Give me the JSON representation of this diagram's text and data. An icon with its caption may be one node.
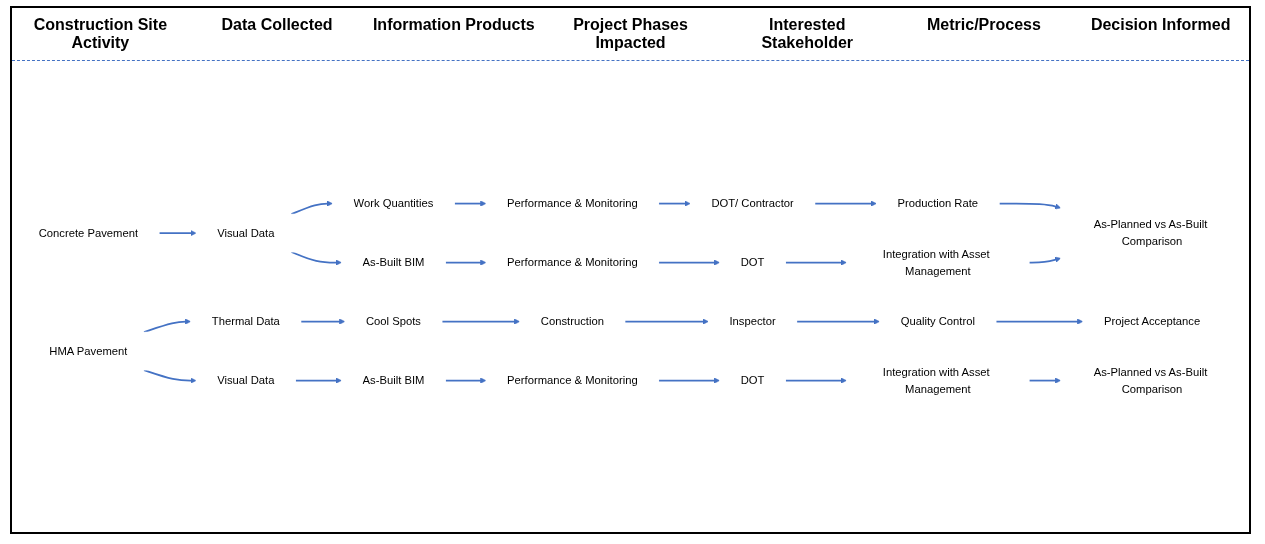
{
  "diagram": {
    "nodes": [
      {
        "text": [
          "Concrete Pavement"
        ]
      },
      {
        "text": [
          "Visual Data"
        ]
      },
      {
        "text": [
          "Work Quantities"
        ]
      },
      {
        "text": [
          "Performance & Monitoring"
        ]
      },
      {
        "text": [
          "DOT/ Contractor"
        ]
      },
      {
        "text": [
          "Production Rate"
        ]
      },
      {
        "text": [
          "As-Planned vs As-Built Comparison"
        ]
      },
      {
        "text": [
          "As-Built BIM"
        ]
      },
      {
        "text": [
          "Performance & Monitoring"
        ]
      },
      {
        "text": [
          "DOT"
        ]
      },
      {
        "text": [
          "Integration with Asset Management"
        ]
      },
      {
        "text": [
          "HMA Pavement"
        ]
      },
      {
        "text": [
          "Thermal Data"
        ]
      },
      {
        "text": [
          "Cool Spots"
        ]
      },
      {
        "text": [
          "Construction"
        ]
      },
      {
        "text": [
          "Inspector"
        ]
      },
      {
        "text": [
          "Quality Control"
        ]
      },
      {
        "text": [
          "Project Acceptance"
        ]
      },
      {
        "text": [
          "Visual Data"
        ]
      },
      {
        "text": [
          "As-Built BIM"
        ]
      },
      {
        "text": [
          "Performance & Monitoring"
        ]
      },
      {
        "text": [
          "DOT"
        ]
      },
      {
        "text": [
          "Integration with Asset Management"
        ]
      },
      {
        "text": [
          "As-Planned vs As-Built Comparison"
        ]
      }
    ],
    "edges": [
      {
        "from": 0,
        "to": 1,
        "arrow": "to"
      },
      {
        "from": 1,
        "to": 2,
        "arrow": "to"
      },
      {
        "from": 1,
        "to": 7,
        "arrow": "to"
      },
      {
        "from": 2,
        "to": 3,
        "arrow": "to"
      },
      {
        "from": 3,
        "to": 4,
        "arrow": "to"
      },
      {
        "from": 4,
        "to": 5,
        "arrow": "to"
      },
      {
        "from": 5,
        "to": 6,
        "arrow": "to"
      },
      {
        "from": 7,
        "to": 8,
        "arrow": "to"
      },
      {
        "from": 8,
        "to": 9,
        "arrow": "to"
      },
      {
        "from": 9,
        "to": 10,
        "arrow": "to"
      },
      {
        "from": 10,
        "to": 6,
        "arrow": "to"
      },
      {
        "from": 11,
        "to": 12,
        "arrow": "to"
      },
      {
        "from": 11,
        "to": 18,
        "arrow": "to"
      },
      {
        "from": 12,
        "to": 13,
        "arrow": "to"
      },
      {
        "from": 13,
        "to": 14,
        "arrow": "to"
      },
      {
        "from": 14,
        "to": 15,
        "arrow": "to"
      },
      {
        "from": 15,
        "to": 16,
        "arrow": "to"
      },
      {
        "from": 16,
        "to": 17,
        "arrow": "to"
      },
      {
        "from": 18,
        "to": 19,
        "arrow": "to"
      },
      {
        "from": 19,
        "to": 20,
        "arrow": "to"
      },
      {
        "from": 20,
        "to": 21,
        "arrow": "to"
      },
      {
        "from": 21,
        "to": 22,
        "arrow": "to"
      },
      {
        "from": 22,
        "to": 23,
        "arrow": "to"
      }
    ],
    "labels": [
      "Construction Site Activity",
      "Data Collected",
      "Information Products",
      "Project Phases Impacted",
      "Interested Stakeholder",
      "Metric/Process",
      "Decision Informed"
    ]
  }
}
